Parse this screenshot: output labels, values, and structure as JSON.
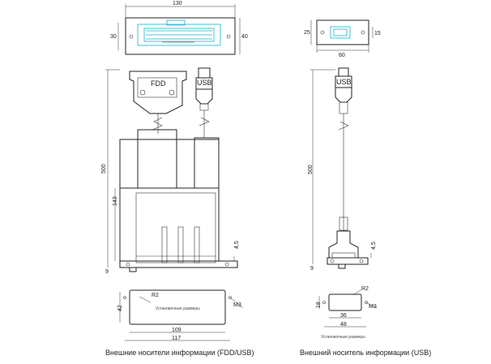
{
  "dimensions": {
    "top_width": "130",
    "top_height_left": "30",
    "top_height_right": "40",
    "side_small_top": "25",
    "side_small_right": "15",
    "side_width": "60",
    "length_left": "500",
    "length_right": "500",
    "height_143": "143",
    "left_45": "4,5",
    "right_45": "4,5",
    "left_9": "9",
    "right_9": "9",
    "cut_left_h": "42",
    "cut_left_r": "R2",
    "cut_left_m": "M3",
    "cut_left_inner": "109",
    "cut_left_outer": "117",
    "cut_right_h": "18",
    "cut_right_r": "R2",
    "cut_right_m": "M3",
    "cut_right_inner": "36",
    "cut_right_outer": "48"
  },
  "labels": {
    "fdd": "FDD",
    "usb_left": "USB",
    "usb_right": "USB",
    "installed_left": "Установочные размеры",
    "installed_right": "Установочные размеры"
  },
  "captions": {
    "left": "Внешние носители информации (FDD/USB)",
    "right": "Внешний носитель информации (USB)"
  }
}
